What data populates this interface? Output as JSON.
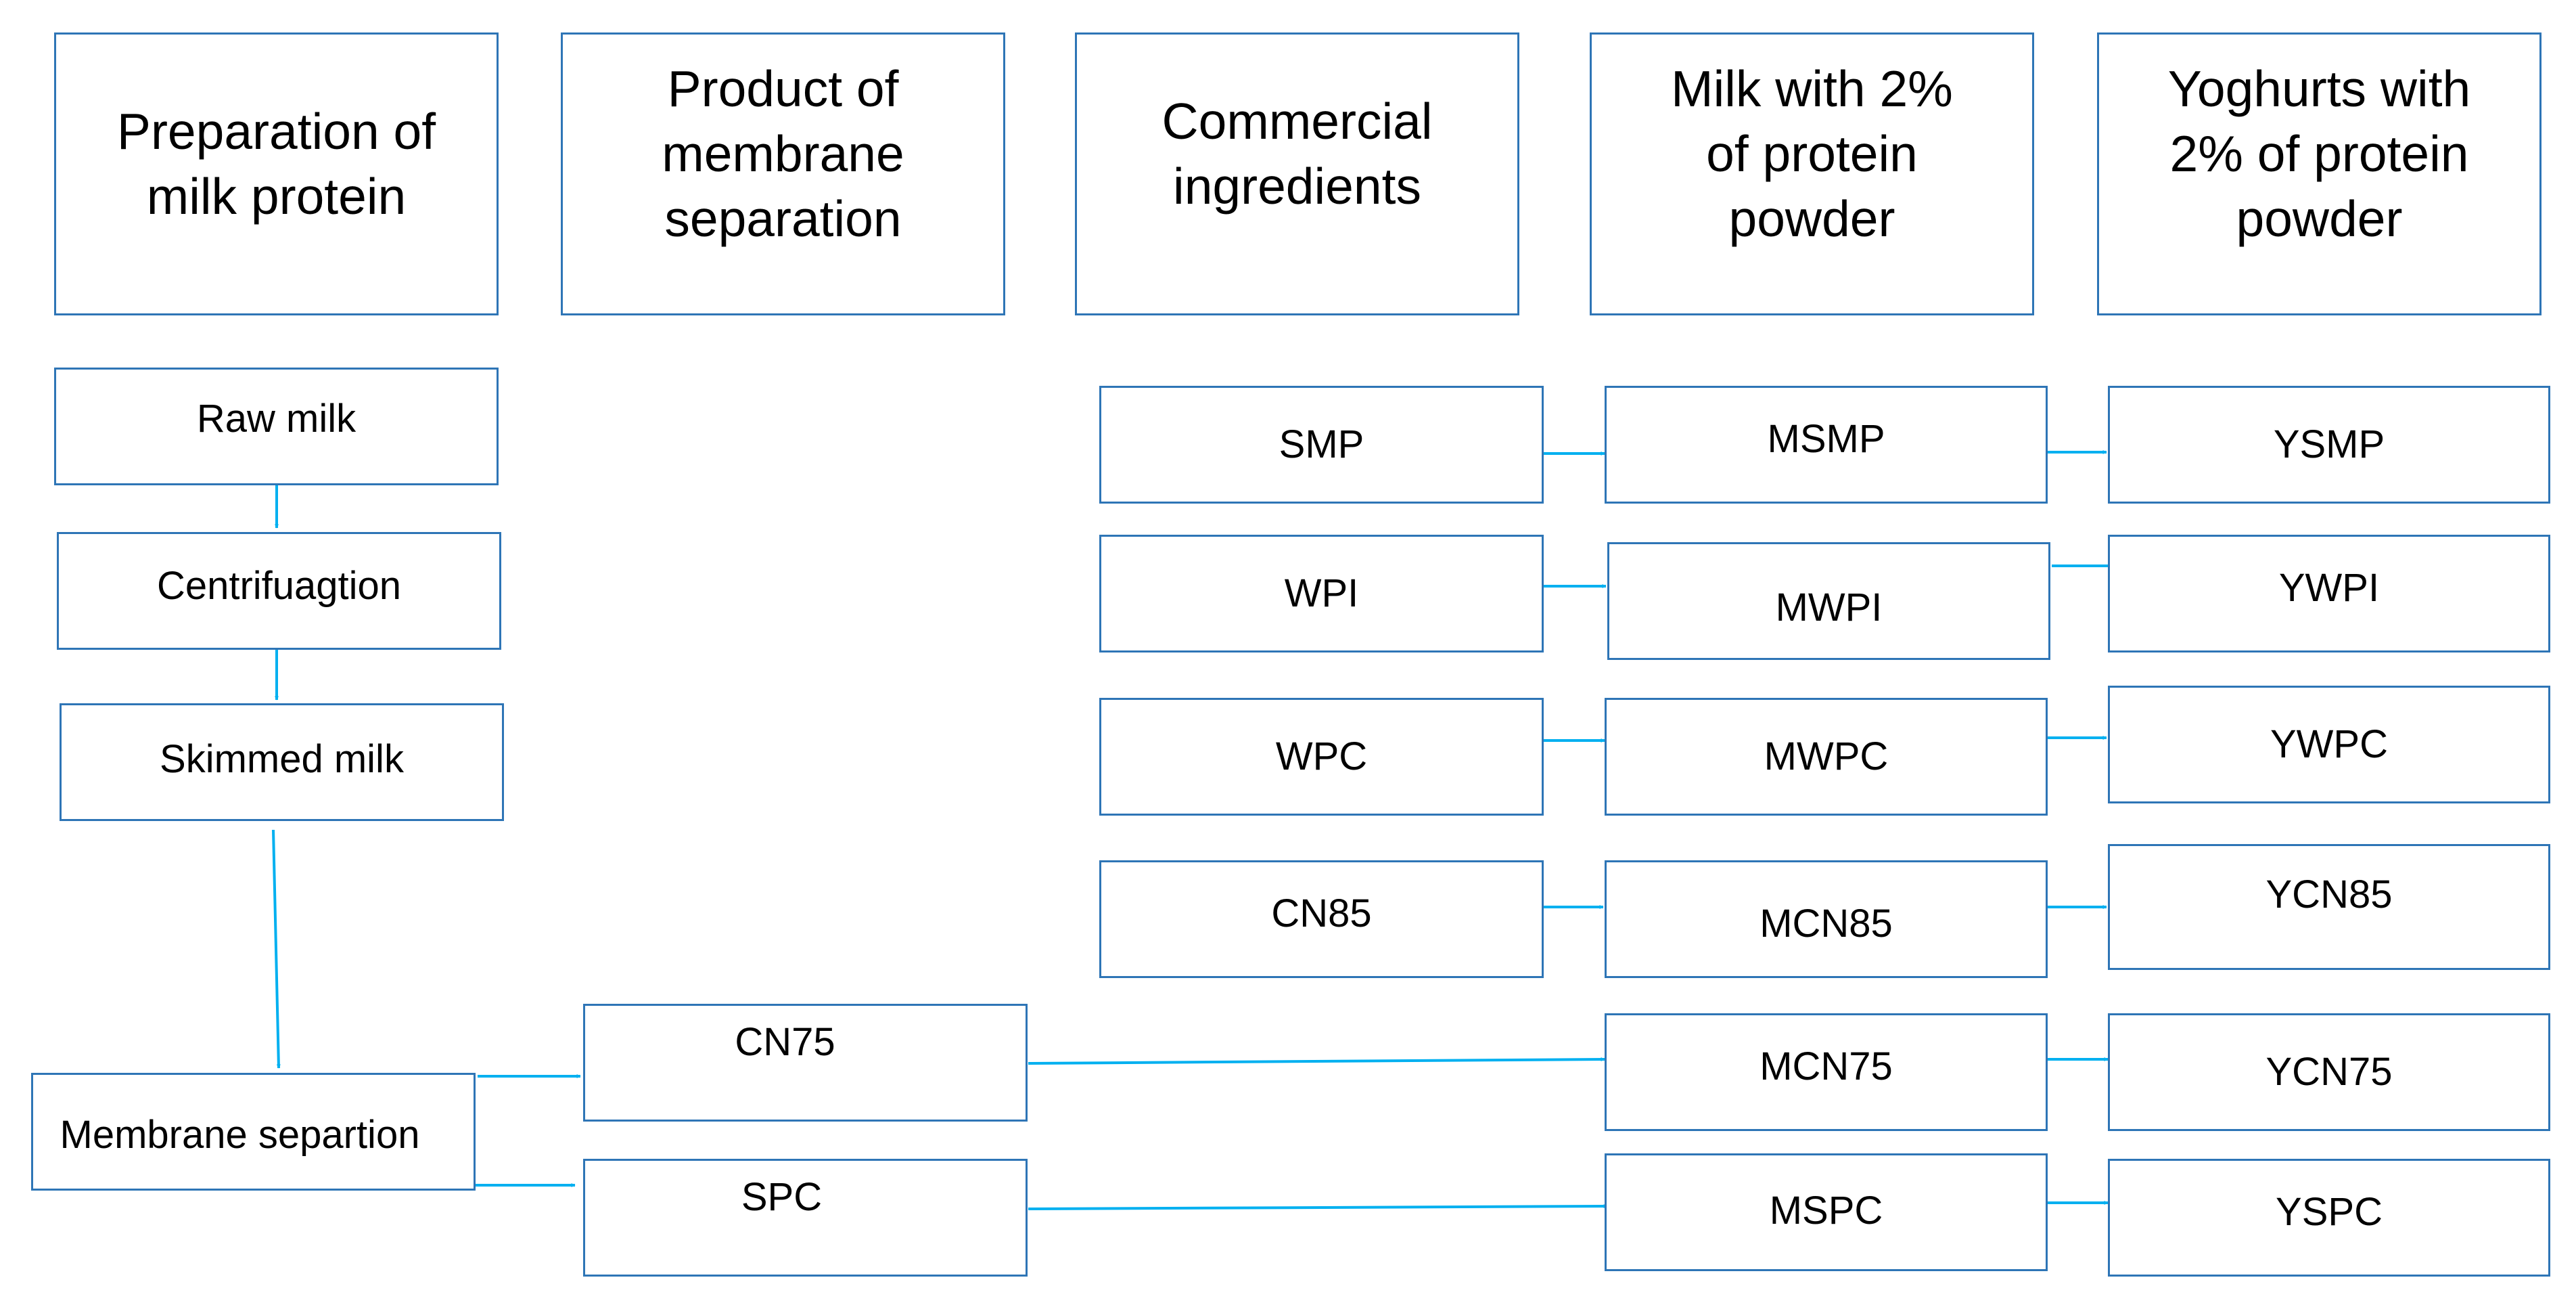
{
  "colors": {
    "stroke": "#2e75b6",
    "arrow": "#00b0f0",
    "text": "#000000"
  },
  "headers": {
    "preparation": "Preparation of\nmilk protein",
    "membrane_product": "Product of\nmembrane\nseparation",
    "commercial": "Commercial\ningredients",
    "milk": "Milk with 2%\nof protein\npowder",
    "yoghurt": "Yoghurts with\n2% of protein\npowder"
  },
  "process": {
    "raw_milk": "Raw milk",
    "centrifugation": "Centrifuagtion",
    "skimmed_milk": "Skimmed milk",
    "membrane_separation": "Membrane separtion"
  },
  "membrane_products": {
    "cn75": "CN75",
    "spc": "SPC"
  },
  "commercial_ingredients": {
    "smp": "SMP",
    "wpi": "WPI",
    "wpc": "WPC",
    "cn85": "CN85"
  },
  "milk_samples": {
    "msmp": "MSMP",
    "mwpi": "MWPI",
    "mwpc": "MWPC",
    "mcn85": "MCN85",
    "mcn75": "MCN75",
    "mspc": "MSPC"
  },
  "yoghurt_samples": {
    "ysmp": "YSMP",
    "ywpi": "YWPI",
    "ywpc": "YWPC",
    "ycn85": "YCN85",
    "ycn75": "YCN75",
    "yspc": "YSPC"
  }
}
